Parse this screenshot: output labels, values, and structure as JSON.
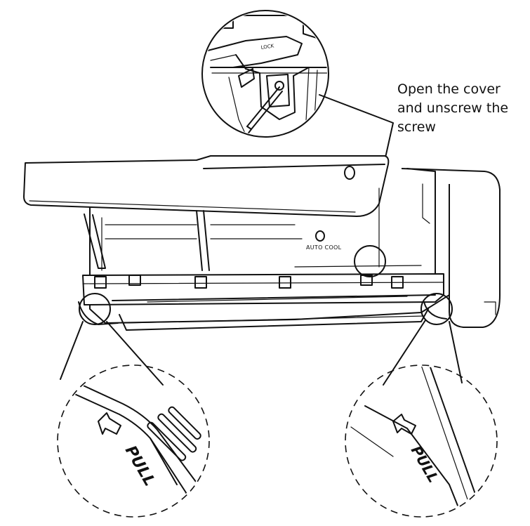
{
  "callout": {
    "text": "Open the cover\nand unscrew the\nscrew"
  },
  "unit_labels": {
    "auto_cool": "AUTO COOL",
    "lock": "LOCK"
  },
  "detail_labels": {
    "pull": "PULL"
  }
}
